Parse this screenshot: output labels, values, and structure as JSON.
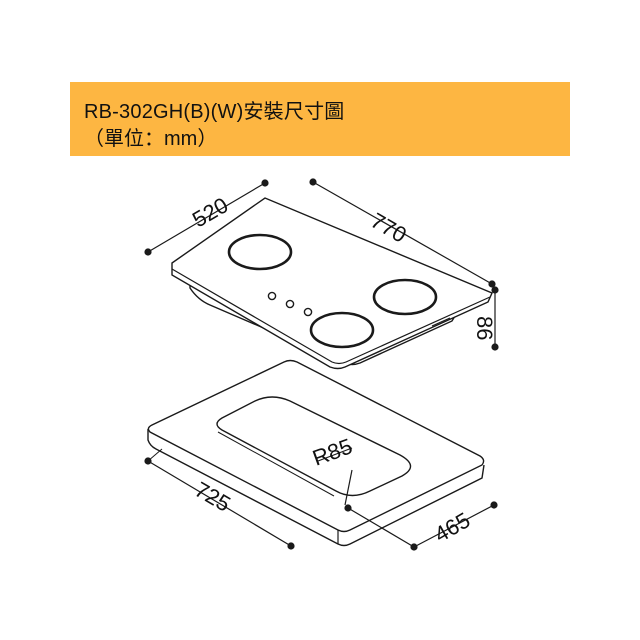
{
  "header": {
    "title": "RB-302GH(B)(W)安裝尺寸圖",
    "subtitle": "（單位：mm）",
    "background_color": "#fdb642"
  },
  "cooktop": {
    "width_label": "770",
    "depth_label": "520",
    "height_label": "86"
  },
  "cutout": {
    "width_label": "725",
    "depth_label": "465",
    "radius_label": "R85"
  }
}
